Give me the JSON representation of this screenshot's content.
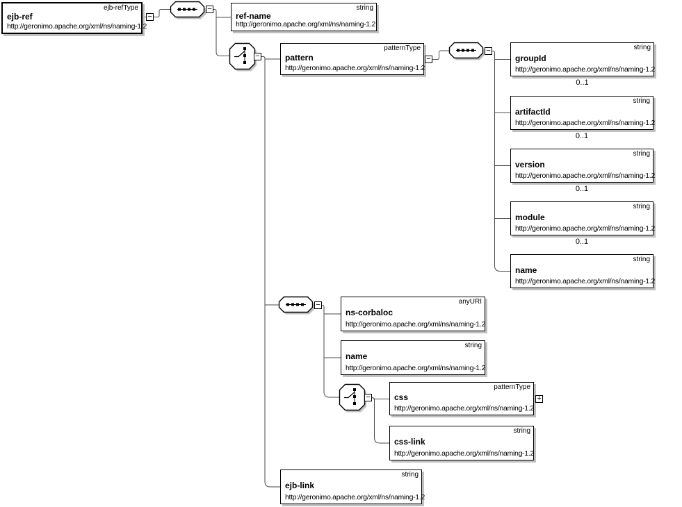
{
  "icons": {
    "collapse": "−",
    "expand": "+"
  },
  "nodes": {
    "ejb_ref": {
      "name": "ejb-ref",
      "type": "ejb-refType",
      "url": "http://geronimo.apache.org/xml/ns/naming-1.2"
    },
    "ref_name": {
      "name": "ref-name",
      "type": "string",
      "url": "http://geronimo.apache.org/xml/ns/naming-1.2"
    },
    "pattern": {
      "name": "pattern",
      "type": "patternType",
      "url": "http://geronimo.apache.org/xml/ns/naming-1.2"
    },
    "group_id": {
      "name": "groupId",
      "type": "string",
      "url": "http://geronimo.apache.org/xml/ns/naming-1.2",
      "cardinality": "0..1"
    },
    "artifact_id": {
      "name": "artifactId",
      "type": "string",
      "url": "http://geronimo.apache.org/xml/ns/naming-1.2",
      "cardinality": "0..1"
    },
    "version": {
      "name": "version",
      "type": "string",
      "url": "http://geronimo.apache.org/xml/ns/naming-1.2",
      "cardinality": "0..1"
    },
    "module": {
      "name": "module",
      "type": "string",
      "url": "http://geronimo.apache.org/xml/ns/naming-1.2",
      "cardinality": "0..1"
    },
    "name_last": {
      "name": "name",
      "type": "string",
      "url": "http://geronimo.apache.org/xml/ns/naming-1.2"
    },
    "ns_corbaloc": {
      "name": "ns-corbaloc",
      "type": "anyURI",
      "url": "http://geronimo.apache.org/xml/ns/naming-1.2"
    },
    "name_mid": {
      "name": "name",
      "type": "string",
      "url": "http://geronimo.apache.org/xml/ns/naming-1.2"
    },
    "css": {
      "name": "css",
      "type": "patternType",
      "url": "http://geronimo.apache.org/xml/ns/naming-1.2"
    },
    "css_link": {
      "name": "css-link",
      "type": "string",
      "url": "http://geronimo.apache.org/xml/ns/naming-1.2"
    },
    "ejb_link": {
      "name": "ejb-link",
      "type": "string",
      "url": "http://geronimo.apache.org/xml/ns/naming-1.2"
    }
  }
}
